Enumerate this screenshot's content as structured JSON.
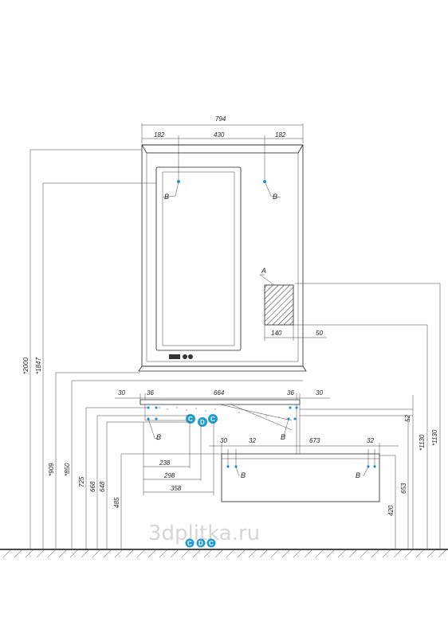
{
  "drawing": {
    "mirror": {
      "width": "794",
      "left": "182",
      "mid": "430",
      "right": "182"
    },
    "ledger": {
      "a": "140",
      "b": "50"
    },
    "cabinet": {
      "l_gap": "30",
      "l_w": "36",
      "mid": "664",
      "r_w": "36",
      "r_gap": "30"
    },
    "drawer": {
      "a": "30",
      "b": "32",
      "mid": "673",
      "c": "32"
    },
    "horiz_dims": [
      "238",
      "298",
      "358"
    ],
    "vert_dims": [
      "*2000",
      "*1847",
      "*909",
      "*850",
      "725",
      "668",
      "648",
      "485"
    ],
    "right_dims": [
      "*1130",
      "*1130",
      "653",
      "420",
      "52"
    ],
    "labels": {
      "b": "B",
      "a": "A",
      "c": "C",
      "d": "D"
    },
    "watermark": "3dplitka.ru",
    "colors": {
      "marker": "#1e9ad6",
      "line": "#222222",
      "watermark": "#d6d6d6"
    }
  }
}
